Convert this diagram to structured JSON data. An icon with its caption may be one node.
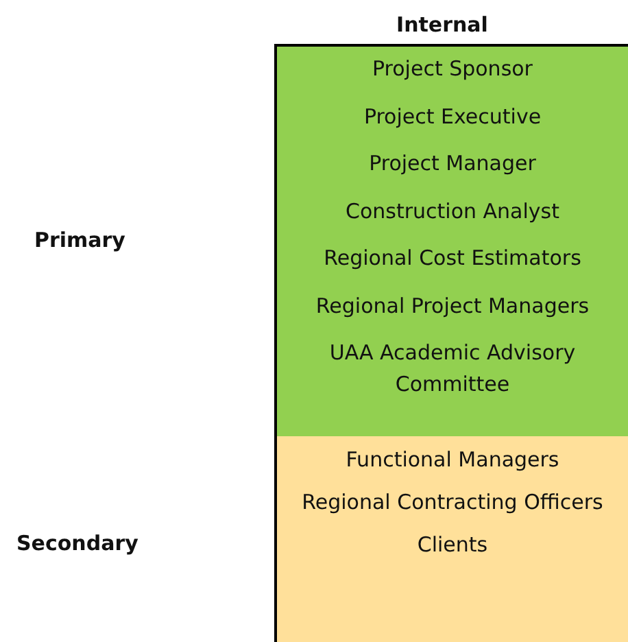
{
  "diagram": {
    "nodes": [
      {
        "text": [
          "Project Sponsor",
          "Project Executive",
          "Project Manager",
          "Construction Analyst",
          "Regional Cost Estimators",
          "Regional Project Managers",
          "UAA Academic Advisory Committee"
        ]
      },
      {
        "text": [
          "Functional Managers",
          "Regional Contracting Officers",
          "Clients"
        ]
      }
    ],
    "labels": [
      "Internal",
      "Primary",
      "Secondary"
    ]
  }
}
